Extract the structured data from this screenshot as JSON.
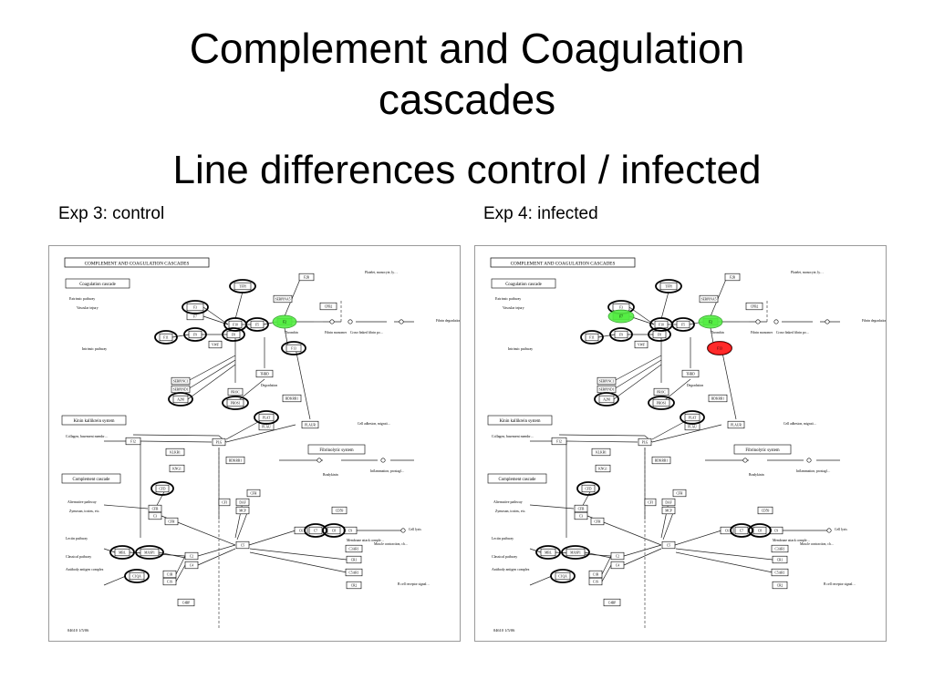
{
  "slide": {
    "title_line1": "Complement and Coagulation",
    "title_line2": "cascades",
    "subtitle": "Line differences control / infected",
    "left_caption": "Exp 3: control",
    "right_caption": "Exp 4: infected"
  },
  "pathway": {
    "header": "COMPLEMENT AND COAGULATION CASCADES",
    "footer": "04610 1/5/06",
    "sections": [
      "Coagulation cascade",
      "Kinin kallikrein system",
      "Complement cascade",
      "Fibrinolytic system"
    ],
    "pathway_labels": [
      "Extrinsic pathway",
      "Vascular injury",
      "Intrinsic pathway",
      "Alternative pathway",
      "Lectin pathway",
      "Classical pathway",
      "Collagen, basement membrane, activated platelets, etc.",
      "Zymosan, toxins, etc.",
      "Antibody antigen complex"
    ],
    "small_labels": [
      "Thrombin",
      "Fibrin monomer",
      "Cross-linked fibrin polymer",
      "Degradation",
      "Bradykinin",
      "Cell adhesion, migration, proliferation, etc.",
      "Inflammation, prostaglandin biosynthesis, nitric oxide biosynthesis, etc.",
      "Cell lysis",
      "Membrane attack complex",
      "Muscle contraction, chemotaxis, phagocyte recruitment, inflammation, etc.",
      "B cell receptor signaling pathway",
      "Fibrin degradation products",
      "Platelet, monocyte, lymphocyte, endothelial cells, smooth muscle cells, activation, etc."
    ],
    "nodes": [
      "F3",
      "F7",
      "F10",
      "F5",
      "F2",
      "F9",
      "F8",
      "F11",
      "VWF",
      "F12",
      "KLKB1",
      "KNG1",
      "PLG",
      "PLAUR",
      "PLAT",
      "PLAU",
      "SERPINA5",
      "SERPINC1",
      "SERPIND1",
      "A2M",
      "PROS1",
      "PROC",
      "THBD",
      "TFPI",
      "F2R",
      "F13",
      "CPB2",
      "BDKRB1",
      "CFB",
      "CFD",
      "C3",
      "C5",
      "C6",
      "C7",
      "C8",
      "C9",
      "CD59",
      "CFH",
      "CFI",
      "DAF",
      "MCP",
      "C3AR1",
      "C5AR1",
      "CR1",
      "CR2",
      "C4BP",
      "C2",
      "C4",
      "C1R",
      "C1S",
      "MBL",
      "MASP1",
      "C1QA"
    ],
    "control_highlight_green": [
      "F2"
    ],
    "infected_highlight_green": [
      "F7",
      "F2"
    ],
    "infected_highlight_red": [
      "F13"
    ]
  }
}
